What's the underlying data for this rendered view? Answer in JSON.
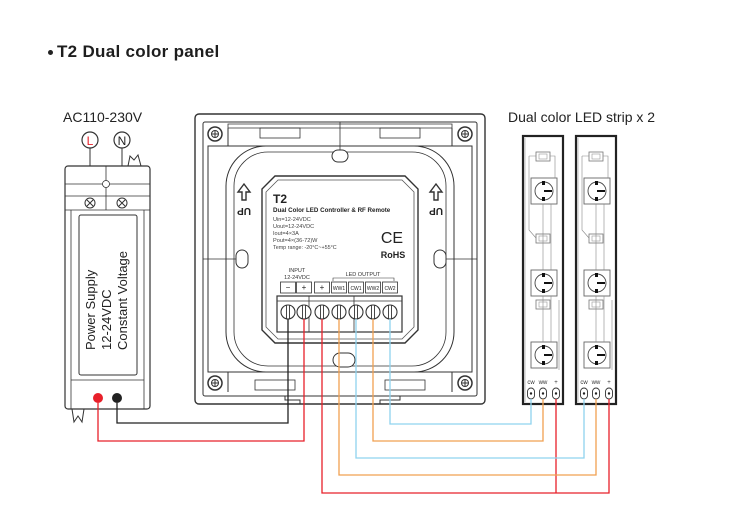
{
  "title": "T2 Dual color panel",
  "ac_input": {
    "label": "AC110-230V",
    "live": "L",
    "neutral": "N"
  },
  "power_supply": {
    "lines": [
      "Power Supply",
      "12-24VDC",
      "Constant Voltage"
    ]
  },
  "panel": {
    "model": "T2",
    "description": "Dual Color LED Controller & RF Remote",
    "specs": [
      "Uin=12-24VDC",
      "Uout=12-24VDC",
      "Iout=4×3A",
      "Pout=4×(36-72)W",
      "Temp range: -20°C~+55°C"
    ],
    "ce_mark": "CE",
    "rohs": "RoHS",
    "up_label": "UP",
    "input_label": "INPUT",
    "input_voltage": "12-24VDC",
    "output_label": "LED OUTPUT",
    "terminals": [
      "−",
      "+",
      "+",
      "WW1",
      "CW1",
      "WW2",
      "CW2"
    ]
  },
  "strip": {
    "label": "Dual color LED strip x 2",
    "pins": [
      "cw",
      "ww",
      "+"
    ]
  },
  "wire_colors": {
    "red": "#e8202a",
    "black": "#222222",
    "orange": "#f0a050",
    "blue": "#8fd3ef"
  }
}
